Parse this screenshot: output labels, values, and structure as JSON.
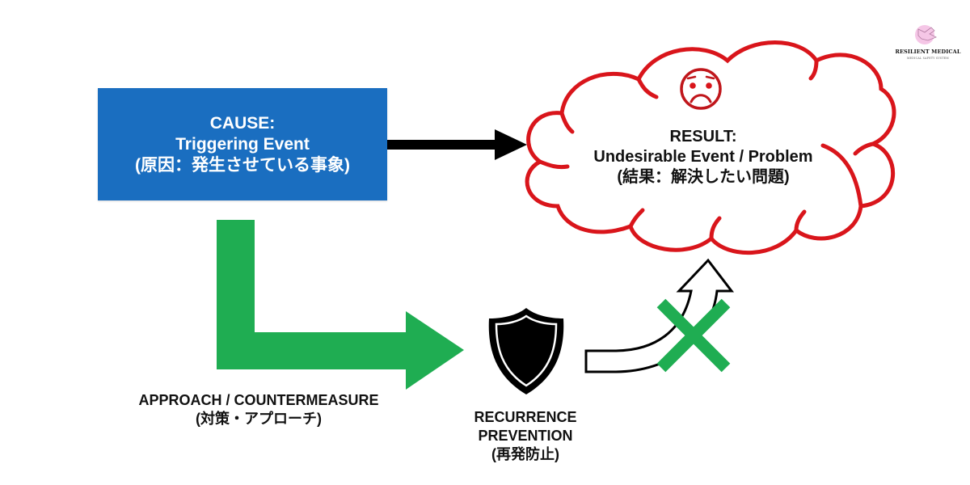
{
  "logo": {
    "title": "RESILIENT MEDICAL",
    "subtitle": "MEDICAL SAFETY SYSTEM",
    "icon": "dove-icon",
    "accent_color": "#f5c6e6"
  },
  "cause": {
    "line1": "CAUSE:",
    "line2": "Triggering Event",
    "line3": "(原因：発生させている事象)",
    "color": "#1a6ec0"
  },
  "result": {
    "icon": "sad-face-icon",
    "line1": "RESULT:",
    "line2": "Undesirable Event / Problem",
    "line3": "(結果：解決したい問題)",
    "color": "#d9151b"
  },
  "approach": {
    "line1": "APPROACH / COUNTERMEASURE",
    "line2": "(対策・アプローチ)",
    "color": "#1fad52"
  },
  "prevention": {
    "icon": "shield-icon",
    "line1": "RECURRENCE",
    "line2": "PREVENTION",
    "line3": "(再発防止)"
  },
  "blocked_path": {
    "arrow_icon": "curved-arrow-icon",
    "block_icon": "x-mark-icon",
    "color": "#1fad52"
  },
  "connector": {
    "icon": "right-arrow-icon",
    "color": "#000000"
  }
}
